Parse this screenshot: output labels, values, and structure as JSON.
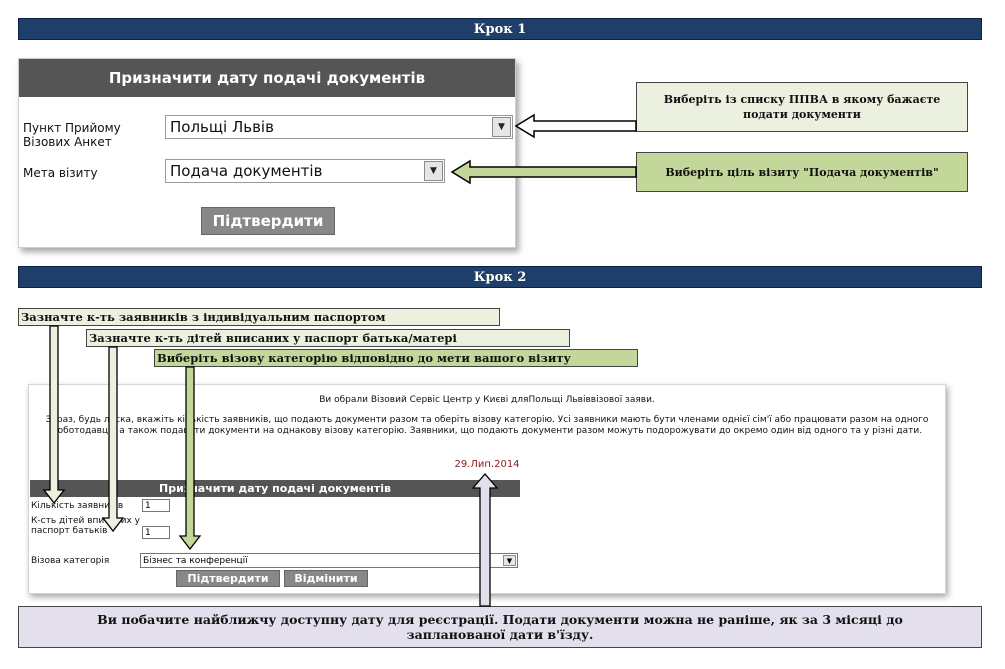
{
  "step1": {
    "title": "Крок 1"
  },
  "step2": {
    "title": "Крок 2"
  },
  "panel1": {
    "header": "Призначити дату подачі документів",
    "point_label": "Пункт Прийому Візових Анкет",
    "point_value": "Польщі Львів",
    "purpose_label": "Мета візиту",
    "purpose_value": "Подача документів",
    "confirm_label": "Підтвердити"
  },
  "callouts": {
    "select_point": "Виберіть із списку ППВА в якому бажаєте подати документи",
    "select_purpose": "Виберіть ціль візиту \"Подача документів\"",
    "applicants": "Зазначте к-ть заявників з індивідуальним паспортом",
    "children": "Зазначте к-ть дітей вписаних у паспорт батька/матері",
    "category": "Виберіть візову категорію відповідно до мети вашого візиту",
    "nearest_date": "Ви побачите найближчу доступну дату для реєстрації. Подати документи можна не раніше, як за 3 місяці до запланованої дати в'їзду."
  },
  "panel2": {
    "info_line": "Ви обрали Візовий Сервіс Центр у Києві дляПольщі Львіввізової заяви.",
    "instructions": "Зараз, будь ласка, вкажіть кількість заявників, що подають документи разом та оберіть візову категорію. Усі заявники мають бути членами однієї сім'ї або працювати разом на одного роботодавця, а також подавати документи на однакову візову категорію. Заявники, що подають документи разом можуть подорожувати до окремо один від одного та у різні дати.",
    "date": "29.Лип.2014",
    "form_header": "Призначити дату подачі документів",
    "applicants_label": "Кількість заявників",
    "applicants_value": "1",
    "children_label": "К-сть дітей вписаних у паспорт батьків",
    "children_value": "1",
    "category_label": "Візова категорія",
    "category_value": "Бізнес та конференції",
    "confirm_label": "Підтвердити",
    "cancel_label": "Відмінити"
  },
  "colors": {
    "step_bar": "#1f3f6b",
    "panel_header": "#555555",
    "callout_light": "#ebf1de",
    "callout_green": "#c4d79b",
    "callout_purple": "#e4dfec",
    "date_text": "#8b1a1a"
  }
}
